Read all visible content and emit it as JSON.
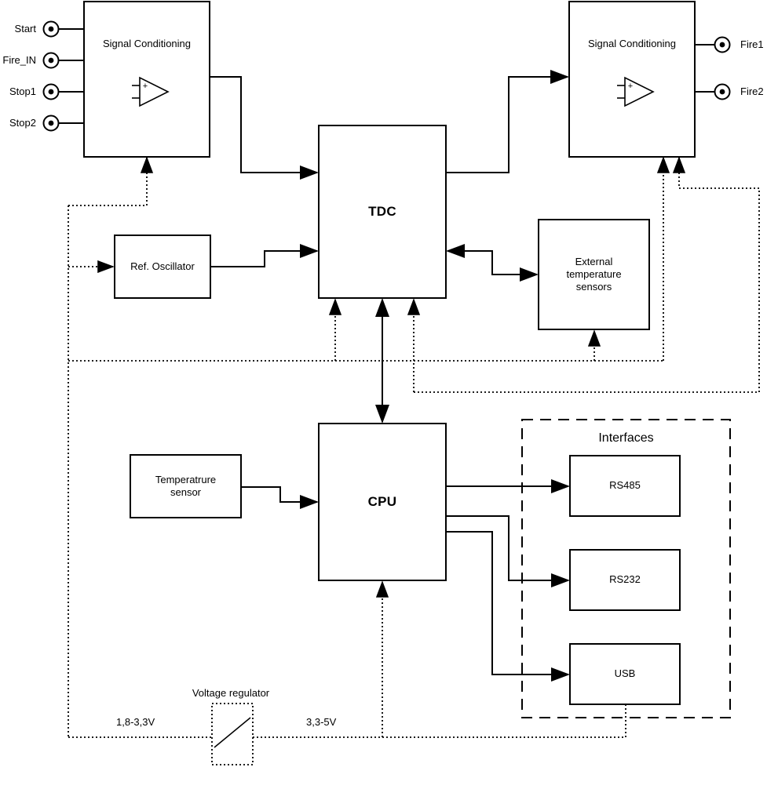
{
  "diagram": {
    "inputs": {
      "start": "Start",
      "fire_in": "Fire_IN",
      "stop1": "Stop1",
      "stop2": "Stop2"
    },
    "outputs": {
      "fire1": "Fire1",
      "fire2": "Fire2"
    },
    "blocks": {
      "signal_conditioning_left": "Signal Conditioning",
      "signal_conditioning_right": "Signal Conditioning",
      "tdc": "TDC",
      "ref_oscillator": "Ref. Oscillator",
      "external_temp_sensors": "External temperature sensors",
      "cpu": "CPU",
      "temperature_sensor": "Temperatrure sensor",
      "interfaces_group": "Interfaces",
      "rs485": "RS485",
      "rs232": "RS232",
      "usb": "USB",
      "voltage_regulator": "Voltage regulator"
    },
    "power_labels": {
      "rail_low": "1,8-3,3V",
      "rail_high": "3,3-5V"
    },
    "opamp_plus": "+",
    "colors": {
      "line": "#000000",
      "background": "#ffffff"
    }
  }
}
